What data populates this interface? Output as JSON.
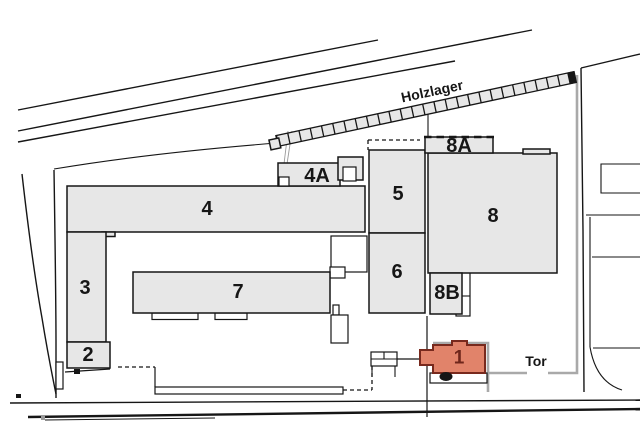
{
  "plan": {
    "colors": {
      "bfill": "#e7e7e7",
      "bstroke": "#161616",
      "hfill": "#e1836a",
      "hstroke": "#78291d",
      "htext": "#6e261b",
      "fence": "#a9a9a9"
    },
    "buildings": [
      {
        "id": "1",
        "label": "1",
        "highlight": true
      },
      {
        "id": "2",
        "label": "2"
      },
      {
        "id": "3",
        "label": "3"
      },
      {
        "id": "4",
        "label": "4"
      },
      {
        "id": "4A",
        "label": "4A"
      },
      {
        "id": "5",
        "label": "5"
      },
      {
        "id": "6",
        "label": "6"
      },
      {
        "id": "7",
        "label": "7"
      },
      {
        "id": "8",
        "label": "8"
      },
      {
        "id": "8A",
        "label": "8A"
      },
      {
        "id": "8B",
        "label": "8B"
      }
    ],
    "annotations": [
      {
        "id": "holzlager",
        "label": "Holzlager"
      },
      {
        "id": "tor",
        "label": "Tor"
      }
    ]
  }
}
